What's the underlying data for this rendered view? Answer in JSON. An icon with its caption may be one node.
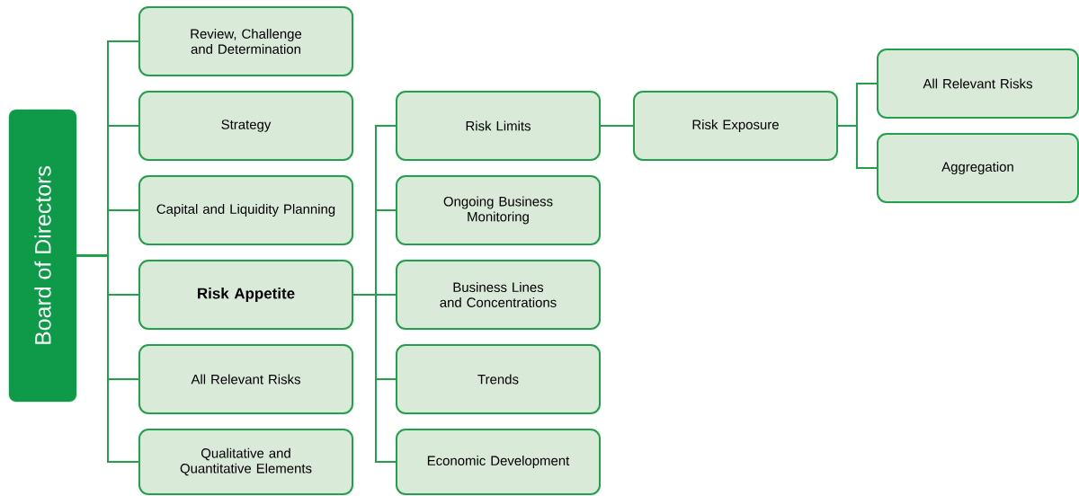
{
  "diagram": {
    "nodes": [
      {
        "text": [
          "Board of Directors"
        ]
      },
      {
        "text": [
          "Review, Challenge and Determination"
        ]
      },
      {
        "text": [
          "Strategy"
        ]
      },
      {
        "text": [
          "Capital and Liquidity Planning"
        ]
      },
      {
        "text": [
          "Risk Appetite"
        ]
      },
      {
        "text": [
          "All Relevant Risks"
        ]
      },
      {
        "text": [
          "Qualitative and Quantitative Elements"
        ]
      },
      {
        "text": [
          "Risk Limits"
        ]
      },
      {
        "text": [
          "Ongoing Business Monitoring"
        ]
      },
      {
        "text": [
          "Business Lines and Concentrations"
        ]
      },
      {
        "text": [
          "Trends"
        ]
      },
      {
        "text": [
          "Economic Development"
        ]
      },
      {
        "text": [
          "Risk Exposure"
        ]
      },
      {
        "text": [
          "All Relevant Risks"
        ]
      },
      {
        "text": [
          "Aggregation"
        ]
      }
    ],
    "edges": [
      {
        "from": 0,
        "to": 1,
        "arrow": "none"
      },
      {
        "from": 0,
        "to": 2,
        "arrow": "none"
      },
      {
        "from": 0,
        "to": 3,
        "arrow": "none"
      },
      {
        "from": 0,
        "to": 4,
        "arrow": "none"
      },
      {
        "from": 0,
        "to": 5,
        "arrow": "none"
      },
      {
        "from": 0,
        "to": 6,
        "arrow": "none"
      },
      {
        "from": 4,
        "to": 7,
        "arrow": "none"
      },
      {
        "from": 4,
        "to": 8,
        "arrow": "none"
      },
      {
        "from": 4,
        "to": 9,
        "arrow": "none"
      },
      {
        "from": 4,
        "to": 10,
        "arrow": "none"
      },
      {
        "from": 4,
        "to": 11,
        "arrow": "none"
      },
      {
        "from": 7,
        "to": 12,
        "arrow": "none"
      },
      {
        "from": 12,
        "to": 13,
        "arrow": "none"
      },
      {
        "from": 12,
        "to": 14,
        "arrow": "none"
      }
    ]
  }
}
